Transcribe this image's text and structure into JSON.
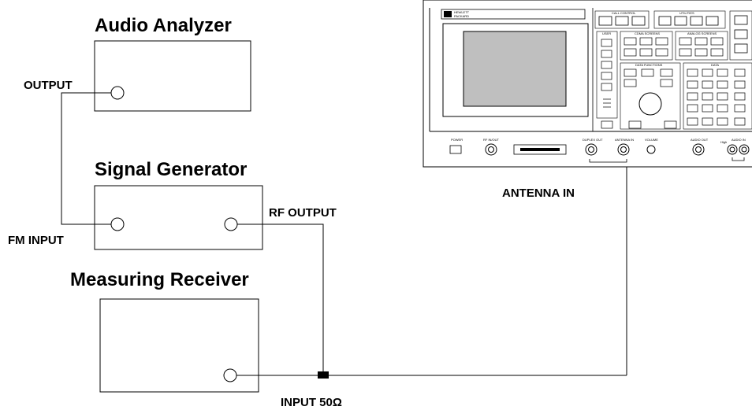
{
  "diagram": {
    "audio_analyzer": {
      "title": "Audio Analyzer",
      "port_label": "OUTPUT"
    },
    "signal_generator": {
      "title": "Signal Generator",
      "input_label": "FM INPUT",
      "output_label": "RF OUTPUT"
    },
    "measuring_receiver": {
      "title": "Measuring Receiver",
      "input_label": "INPUT 50Ω"
    },
    "test_set": {
      "connector_label": "ANTENNA IN",
      "brand": [
        "HEWLETT",
        "PACKARD"
      ],
      "panel_labels": {
        "call_control": "CALL CONTROL",
        "utilities": "UTILITIES",
        "user": "USER",
        "cdma_screens": "CDMA SCREENS",
        "analog_screens": "ANALOG SCREENS",
        "data_functions": "DATA FUNCTIONS",
        "data": "DATA",
        "power": "POWER",
        "rf_in_out": "RF IN/OUT",
        "duplex_out": "DUPLEX OUT",
        "antenna_in": "ANTENNA IN",
        "volume": "VOLUME",
        "audio_out": "AUDIO OUT",
        "audio_in": "AUDIO IN",
        "high": "High"
      }
    }
  }
}
